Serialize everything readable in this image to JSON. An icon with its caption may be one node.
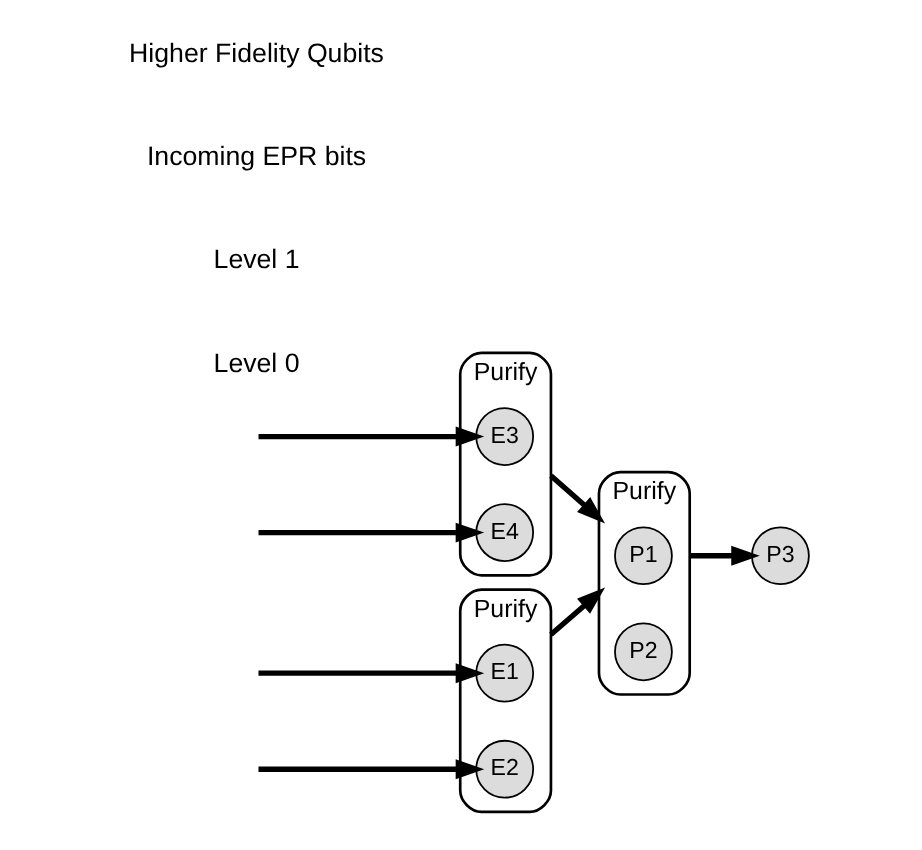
{
  "diagram": {
    "nodes": [
      {
        "text": [
          "Purify"
        ]
      },
      {
        "text": [
          "E1"
        ],
        "in": 0
      },
      {
        "text": [
          "E2"
        ],
        "in": 0
      },
      {
        "text": [
          "Purify"
        ]
      },
      {
        "text": [
          "E3"
        ],
        "in": 3
      },
      {
        "text": [
          "E4"
        ],
        "in": 3
      },
      {
        "text": [
          "Purify"
        ]
      },
      {
        "text": [
          "P1"
        ],
        "in": 6
      },
      {
        "text": [
          "P2"
        ],
        "in": 6
      },
      {
        "text": [
          "P3"
        ]
      }
    ],
    "edges": [
      {
        "from": null,
        "to": 1,
        "arrow": "to"
      },
      {
        "from": null,
        "to": 2,
        "arrow": "to"
      },
      {
        "from": null,
        "to": 4,
        "arrow": "to"
      },
      {
        "from": null,
        "to": 5,
        "arrow": "to"
      },
      {
        "from": 0,
        "to": 6,
        "arrow": "to"
      },
      {
        "from": 3,
        "to": 6,
        "arrow": "to"
      },
      {
        "from": 6,
        "to": 9,
        "arrow": "to"
      }
    ],
    "labels": [
      "Level 0",
      "Level 1",
      "Incoming EPR bits",
      "Higher Fidelity Qubits"
    ]
  }
}
